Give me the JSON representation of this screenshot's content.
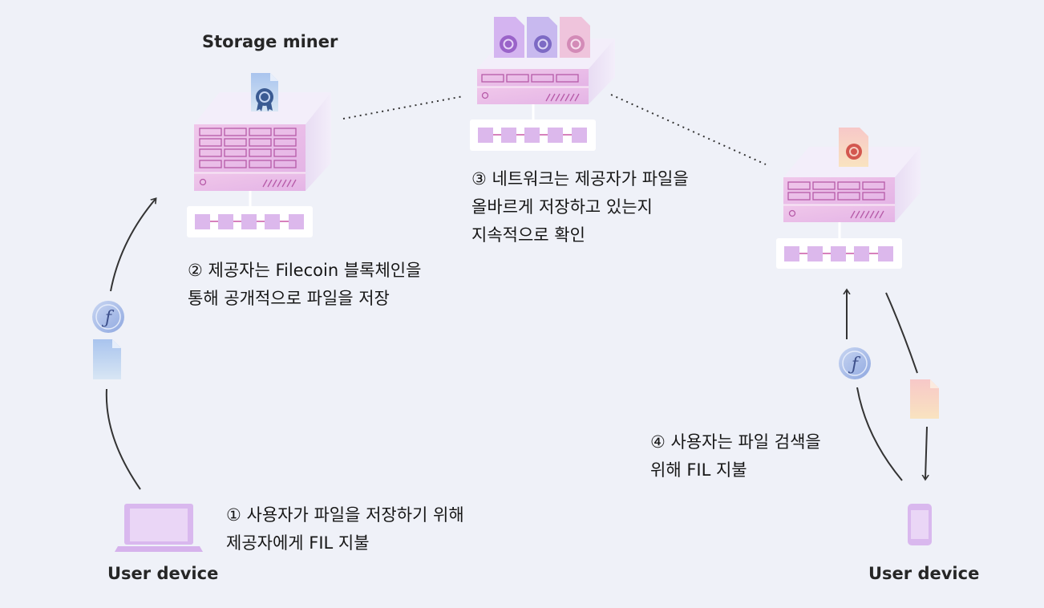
{
  "labels": {
    "storage_miner": "Storage miner",
    "user_device_left": "User device",
    "user_device_right": "User device"
  },
  "steps": {
    "step1": {
      "line1": "① 사용자가 파일을 저장하기 위해",
      "line2": "제공자에게 FIL 지불"
    },
    "step2": {
      "line1": "② 제공자는 Filecoin 블록체인을",
      "line2": "통해 공개적으로 파일을 저장"
    },
    "step3": {
      "line1": "③ 네트워크는 제공자가 파일을",
      "line2": "올바르게 저장하고 있는지",
      "line3": "지속적으로 확인"
    },
    "step4": {
      "line1": "④ 사용자는 파일 검색을",
      "line2": "위해 FIL 지불"
    }
  },
  "icons": {
    "filecoin_symbol": "ƒ",
    "server": "server-icon",
    "laptop": "laptop-icon",
    "phone": "phone-icon",
    "document": "document-icon",
    "certificate": "certificate-document-icon",
    "blockchain": "blockchain-icon"
  },
  "colors": {
    "background": "#eff1f8",
    "server_front": "#eabce4",
    "server_top": "#efe9f8",
    "server_side": "#e2d9f0",
    "slot_stroke": "#b65aa8",
    "arrow": "#333333",
    "dotted_line": "#333333",
    "filecoin_coin": "#aabfe6",
    "device": "#d9b8ee"
  }
}
